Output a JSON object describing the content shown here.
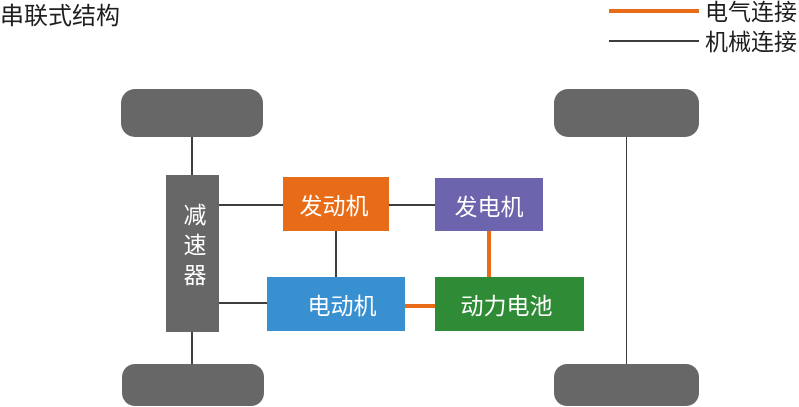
{
  "title": "串联式结构",
  "colors": {
    "electrical": "#E86C18",
    "mechanical": "#3E3E3E",
    "wheel": "#676767",
    "reducer": "#676767",
    "engine": "#E86C18",
    "generator": "#6C64AC",
    "motor": "#3990D0",
    "battery": "#2F8B35",
    "node_text": "#FFFFFF",
    "heading_text": "#1F1F1F"
  },
  "legend": {
    "items": [
      {
        "label": "电气连接",
        "type": "electrical"
      },
      {
        "label": "机械连接",
        "type": "mechanical"
      }
    ]
  },
  "nodes": {
    "reducer": {
      "label": "减速器"
    },
    "engine": {
      "label": "发动机"
    },
    "generator": {
      "label": "发电机"
    },
    "motor": {
      "label": "电动机"
    },
    "battery": {
      "label": "动力电池"
    }
  },
  "wheels": [
    "front-left",
    "front-right",
    "rear-left",
    "rear-right"
  ],
  "connections": [
    {
      "from": "front-left-wheel",
      "to": "reducer",
      "type": "mechanical"
    },
    {
      "from": "reducer",
      "to": "rear-left-wheel",
      "type": "mechanical"
    },
    {
      "from": "reducer",
      "to": "engine",
      "type": "mechanical"
    },
    {
      "from": "engine",
      "to": "generator",
      "type": "mechanical"
    },
    {
      "from": "engine",
      "to": "motor",
      "type": "mechanical"
    },
    {
      "from": "reducer",
      "to": "motor",
      "type": "mechanical"
    },
    {
      "from": "front-right-wheel",
      "to": "rear-right-wheel",
      "type": "mechanical"
    },
    {
      "from": "generator",
      "to": "battery",
      "type": "electrical"
    },
    {
      "from": "motor",
      "to": "battery",
      "type": "electrical"
    }
  ]
}
